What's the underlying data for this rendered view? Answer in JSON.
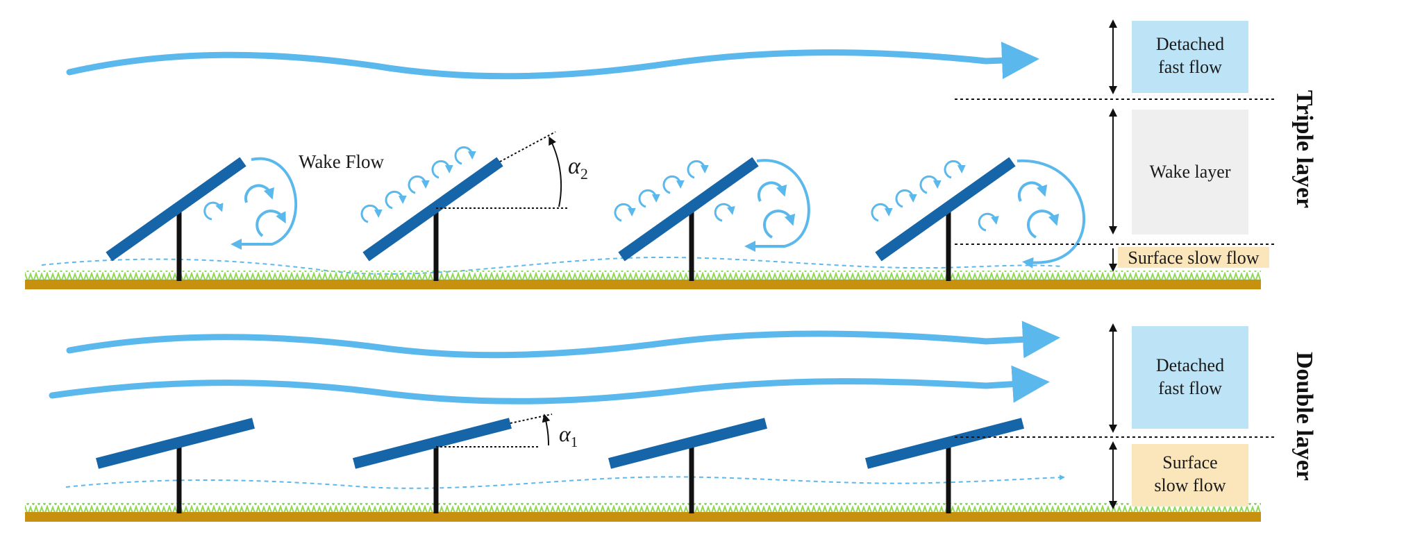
{
  "diagram": {
    "top_panel": {
      "side_label": "Triple layer",
      "tilt_symbol": "α",
      "tilt_subscript": "2",
      "wake_label": "Wake Flow",
      "layers": [
        {
          "text_line1": "Detached",
          "text_line2": "fast flow",
          "color": "#bde3f7"
        },
        {
          "text_line1": "Wake layer",
          "color": "#efefef"
        },
        {
          "text_line1": "Surface slow flow",
          "color": "#fbe5bb"
        }
      ]
    },
    "bottom_panel": {
      "side_label": "Double layer",
      "tilt_symbol": "α",
      "tilt_subscript": "1",
      "layers": [
        {
          "text_line1": "Detached",
          "text_line2": "fast flow",
          "color": "#bde3f7"
        },
        {
          "text_line1": "Surface",
          "text_line2": "slow flow",
          "color": "#fbe5bb"
        }
      ]
    },
    "colors": {
      "flow_arrow": "#5bb8ec",
      "panel": "#1565a8",
      "ground": "#c8900f",
      "grass": "#8ed957",
      "pole": "#111111"
    }
  }
}
